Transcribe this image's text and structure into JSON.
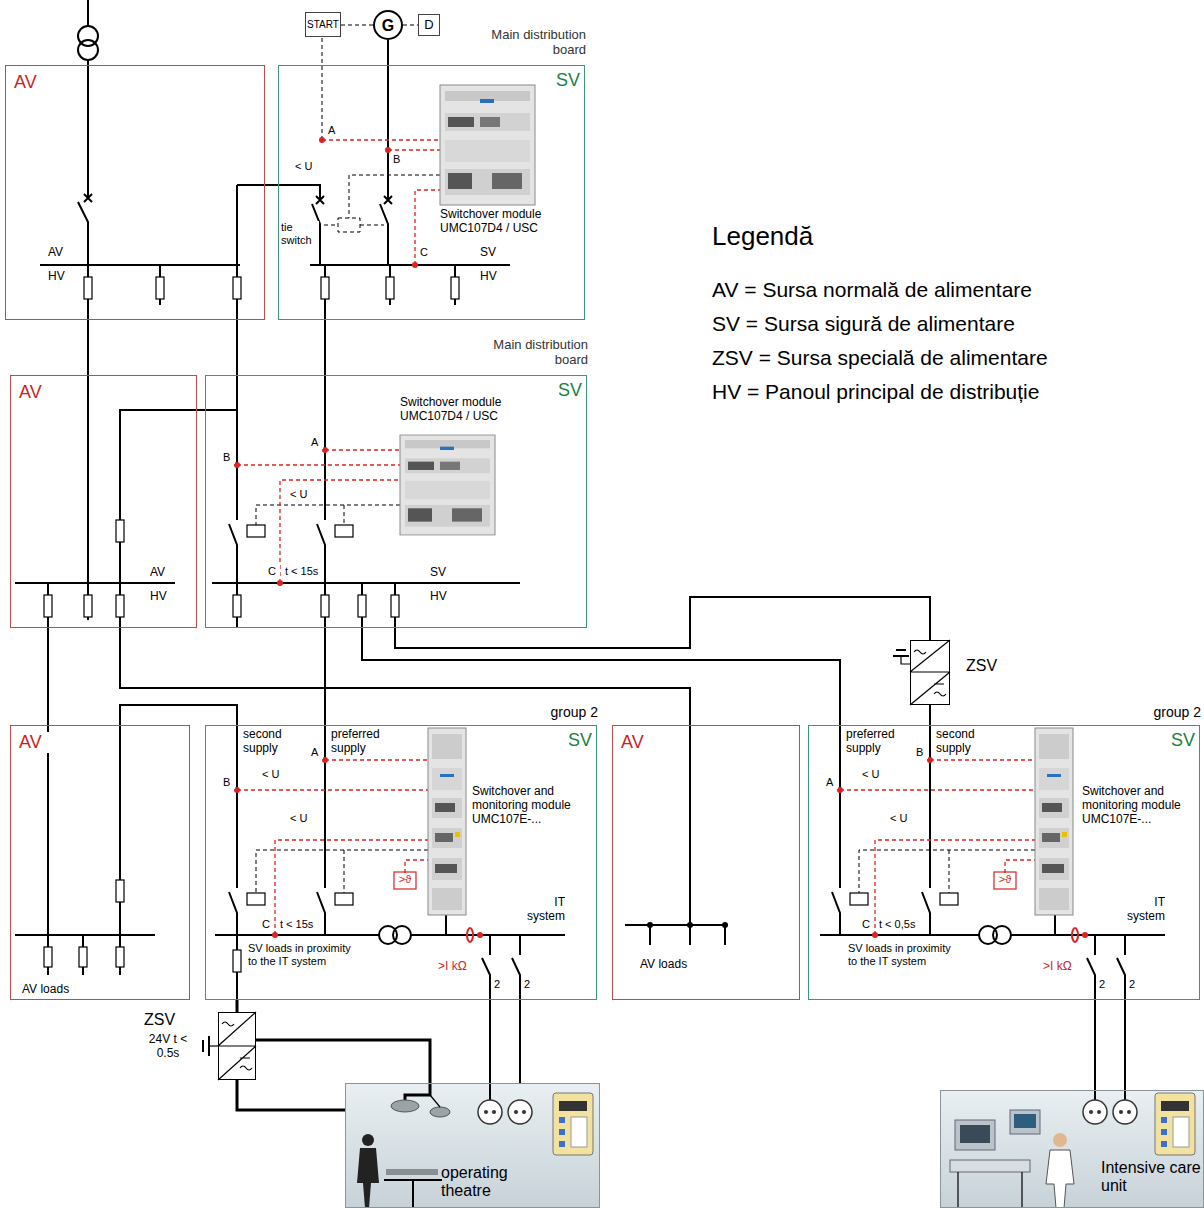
{
  "diagram": {
    "nodes": [
      {
        "text": [
          "START"
        ]
      },
      {
        "text": [
          "G"
        ]
      },
      {
        "text": [
          "D"
        ]
      },
      {
        "text": [
          "AV"
        ]
      },
      {
        "text": [
          "Main distribution board",
          "SV"
        ]
      },
      {
        "text": [
          "AV"
        ]
      },
      {
        "text": [
          "Main distribution board",
          "SV"
        ]
      },
      {
        "text": [
          "AV"
        ]
      },
      {
        "text": [
          "group 2",
          "SV"
        ]
      },
      {
        "text": [
          "ZSV",
          "24V t < 0.5s"
        ]
      },
      {
        "text": [
          "operating theatre"
        ]
      },
      {
        "text": [
          "AV"
        ]
      },
      {
        "text": [
          "group 2",
          "SV"
        ]
      },
      {
        "text": [
          "ZSV"
        ]
      },
      {
        "text": [
          "Intensive care unit"
        ]
      }
    ],
    "edges": [
      {
        "from": 0,
        "to": 1,
        "arrow": "none"
      },
      {
        "from": 1,
        "to": 2,
        "arrow": "none"
      },
      {
        "from": 1,
        "to": 4,
        "arrow": "none"
      },
      {
        "from": 3,
        "to": 4,
        "arrow": "none"
      },
      {
        "from": 3,
        "to": 5,
        "arrow": "none"
      },
      {
        "from": 4,
        "to": 6,
        "arrow": "none"
      },
      {
        "from": 3,
        "to": 6,
        "arrow": "none"
      },
      {
        "from": 5,
        "to": 7,
        "arrow": "none"
      },
      {
        "from": 5,
        "to": 11,
        "arrow": "none"
      },
      {
        "from": 7,
        "to": 8,
        "arrow": "none"
      },
      {
        "from": 6,
        "to": 8,
        "arrow": "none"
      },
      {
        "from": 6,
        "to": 12,
        "arrow": "none"
      },
      {
        "from": 6,
        "to": 13,
        "arrow": "none"
      },
      {
        "from": 13,
        "to": 12,
        "arrow": "none"
      },
      {
        "from": 8,
        "to": 9,
        "arrow": "none"
      },
      {
        "from": 9,
        "to": 10,
        "arrow": "none"
      },
      {
        "from": 8,
        "to": 10,
        "arrow": "none"
      },
      {
        "from": 12,
        "to": 14,
        "arrow": "none"
      }
    ],
    "labels": [
      "AV",
      "HV",
      "A",
      "B",
      "C",
      "< U",
      "tie switch",
      "SV",
      "HV",
      "Switchover module UMC107D4 / USC",
      "AV",
      "HV",
      "A",
      "B",
      "C",
      "< U",
      "t < 15s",
      "SV",
      "HV",
      "Switchover module UMC107D4 / USC",
      "AV loads",
      "second supply",
      "preferred supply",
      "A",
      "B",
      "C",
      "< U",
      "< U",
      "t < 15s",
      ">ϑ",
      ">I kΩ",
      "2",
      "2",
      "SV loads in proximity to the IT system",
      "IT system",
      "Switchover and monitoring module UMC107E-...",
      "AV loads",
      "preferred supply",
      "second supply",
      "A",
      "B",
      "C",
      "< U",
      "< U",
      "t < 0,5s",
      ">ϑ",
      ">I kΩ",
      "2",
      "2",
      "SV loads in proximity to the IT system",
      "IT system",
      "Switchover and monitoring module UMC107E-...",
      "Legendă"
    ],
    "legend": [
      {
        "text": "AV = Sursa normală de alimentare"
      },
      {
        "text": "SV = Sursa sigură de alimentare"
      },
      {
        "text": "ZSV = Sursa specială de alimentare"
      },
      {
        "text": "HV = Panoul principal de distribuție"
      }
    ]
  }
}
